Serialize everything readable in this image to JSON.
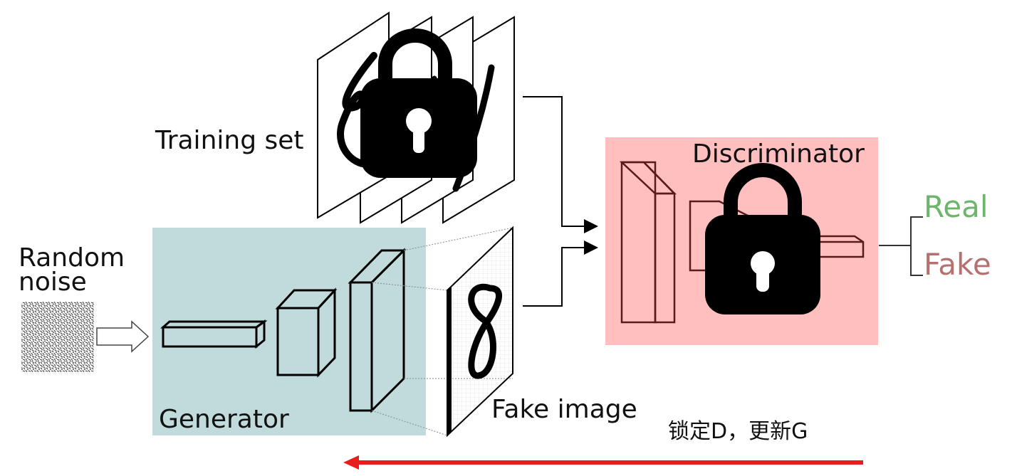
{
  "labels": {
    "training_set": "Training set",
    "random_noise_line1": "Random",
    "random_noise_line2": "noise",
    "generator": "Generator",
    "fake_image": "Fake image",
    "discriminator": "Discriminator",
    "real": "Real",
    "fake": "Fake",
    "caption": "锁定D，更新G"
  },
  "colors": {
    "generator_bg": "#c1dbdc",
    "discriminator_bg": "#ffbfbf",
    "real_text": "#6db56b",
    "fake_text": "#b57070",
    "arrow_red": "#e81e1e",
    "lock": "#000000"
  },
  "icons": {
    "training_lock": "lock-icon",
    "discriminator_lock": "lock-icon"
  }
}
